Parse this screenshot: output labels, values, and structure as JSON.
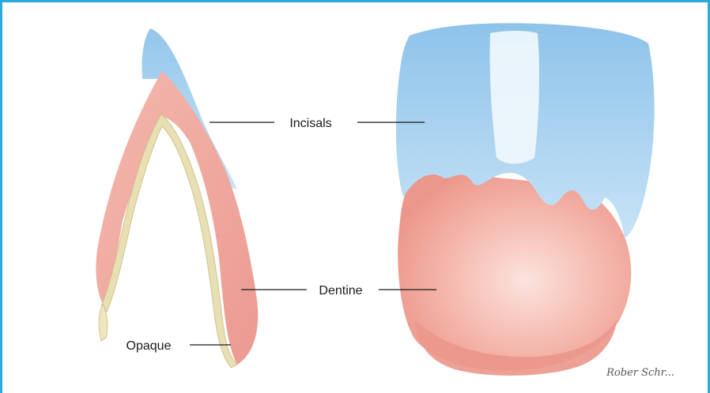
{
  "colors": {
    "frame": "#29a9dc",
    "incisal": "#a9d2f0",
    "dentine": "#f0a9a0",
    "opaque": "#e3dcb0",
    "leader_line": "#1a1a1a"
  },
  "labels": {
    "incisals": "Incisals",
    "dentine": "Dentine",
    "opaque": "Opaque"
  },
  "signature": "Rober Schr..."
}
